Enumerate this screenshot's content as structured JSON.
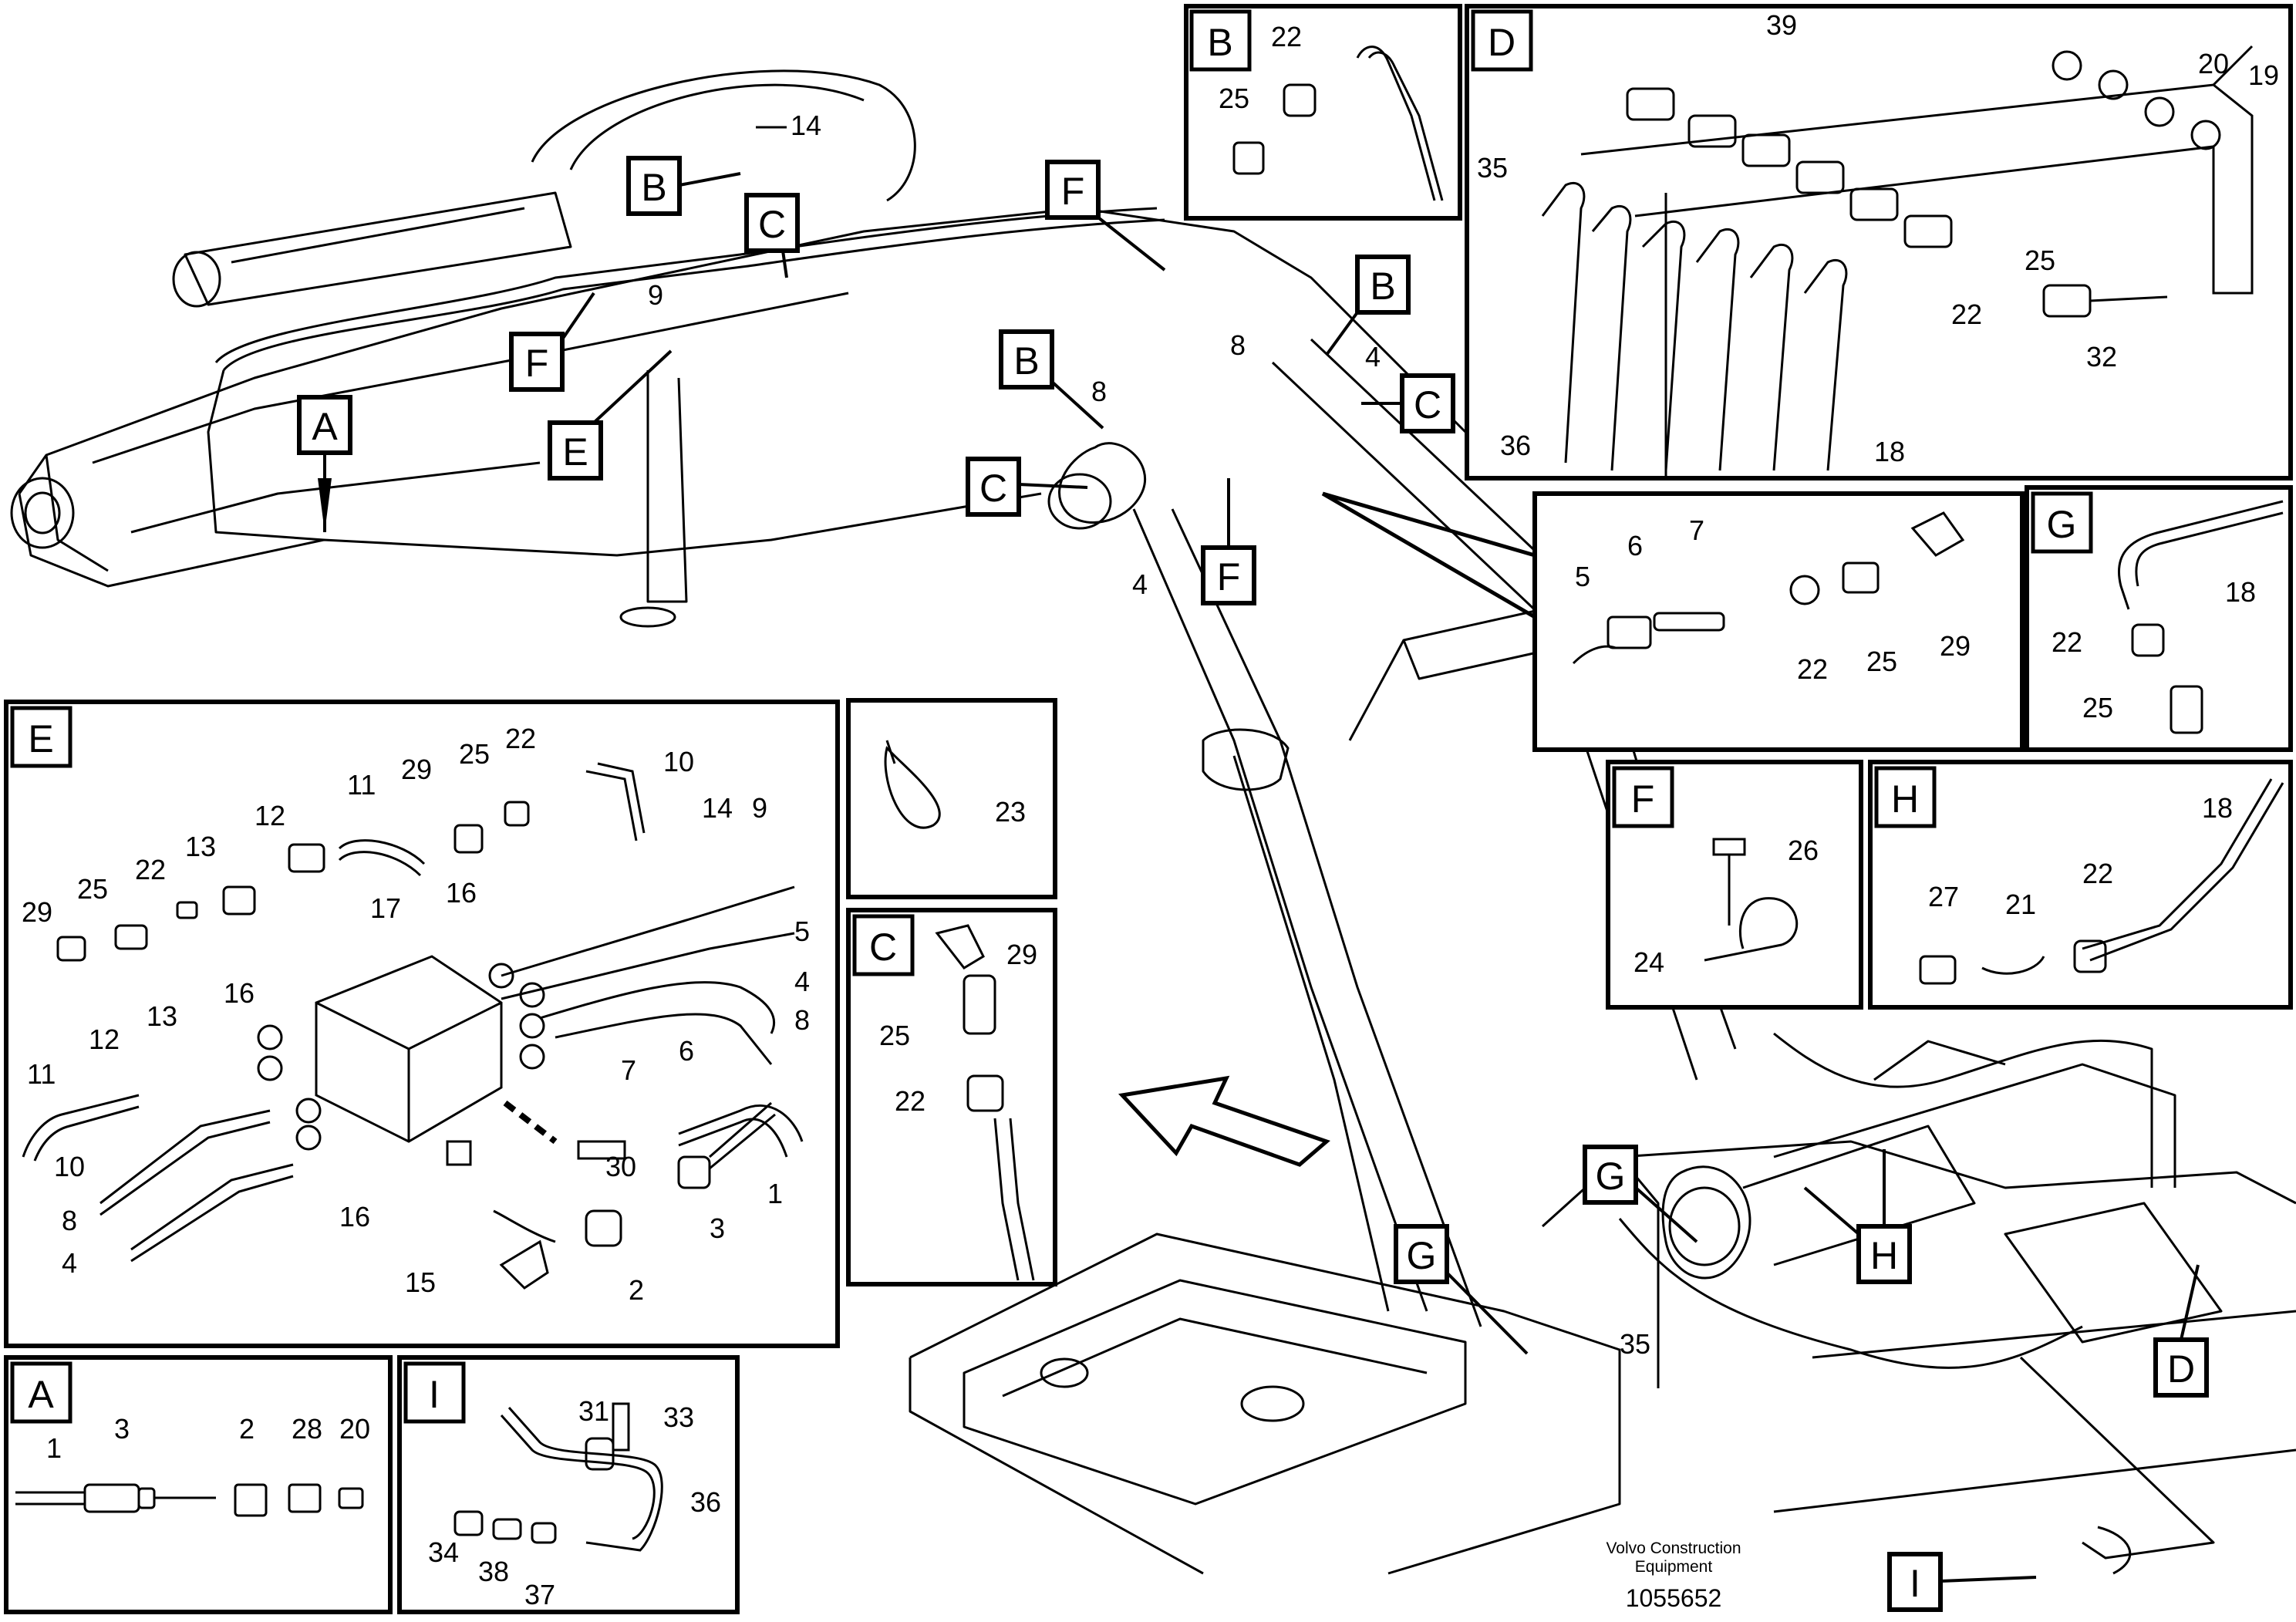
{
  "footer": {
    "brand_line1": "Volvo Construction",
    "brand_line2": "Equipment",
    "doc_number": "1055652"
  },
  "panels": {
    "A": "A",
    "B": "B",
    "C": "C",
    "D": "D",
    "E": "E",
    "F": "F",
    "G": "G",
    "H": "H",
    "I": "I"
  },
  "overview_callouts": [
    "A",
    "B",
    "C",
    "F",
    "E",
    "B",
    "F",
    "B",
    "C",
    "C",
    "F",
    "G",
    "G",
    "H",
    "D",
    "I"
  ],
  "overview_part_numbers": [
    "14",
    "9",
    "8",
    "4",
    "8",
    "4",
    "35"
  ],
  "panel_A_parts": [
    "1",
    "3",
    "2",
    "28",
    "20"
  ],
  "panel_B_parts": [
    "22",
    "25"
  ],
  "panel_C_parts": [
    "29",
    "25",
    "22"
  ],
  "panel_D_parts": [
    "39",
    "20",
    "19",
    "35",
    "25",
    "22",
    "32",
    "36",
    "18"
  ],
  "panel_E_parts": [
    "29",
    "25",
    "22",
    "10",
    "11",
    "12",
    "13",
    "29",
    "25",
    "22",
    "14",
    "9",
    "17",
    "16",
    "5",
    "4",
    "8",
    "16",
    "13",
    "12",
    "11",
    "7",
    "6",
    "10",
    "30",
    "1",
    "3",
    "8",
    "16",
    "4",
    "2",
    "15"
  ],
  "panel_F_parts": [
    "26",
    "24"
  ],
  "panel_G_parts": [
    "18",
    "22",
    "25"
  ],
  "panel_H_parts": [
    "18",
    "27",
    "21",
    "22"
  ],
  "panel_I_parts": [
    "31",
    "33",
    "34",
    "38",
    "37",
    "36"
  ],
  "tie_parts": [
    "23"
  ],
  "detail_parts": [
    "5",
    "6",
    "7",
    "22",
    "25",
    "29"
  ]
}
